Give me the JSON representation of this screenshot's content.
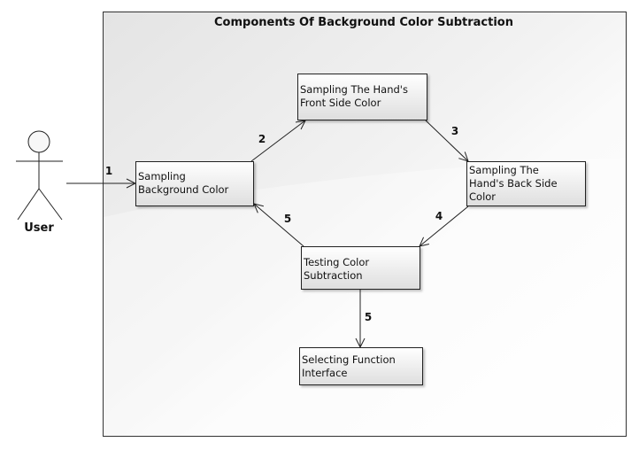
{
  "diagram": {
    "title": "Components Of Background Color Subtraction",
    "actor": {
      "label": "User"
    },
    "nodes": {
      "background": [
        "Sampling",
        "Background Color"
      ],
      "front": [
        "Sampling The Hand's",
        "Front Side Color"
      ],
      "back": [
        "Sampling The",
        "Hand's Back Side",
        "Color"
      ],
      "testing": [
        "Testing Color",
        "Subtraction"
      ],
      "selecting": [
        "Selecting Function",
        "Interface"
      ]
    },
    "edges": {
      "user_to_background": "1",
      "background_to_front": "2",
      "front_to_back": "3",
      "back_to_testing": "4",
      "testing_to_background": "5",
      "testing_to_selecting": "5"
    }
  }
}
